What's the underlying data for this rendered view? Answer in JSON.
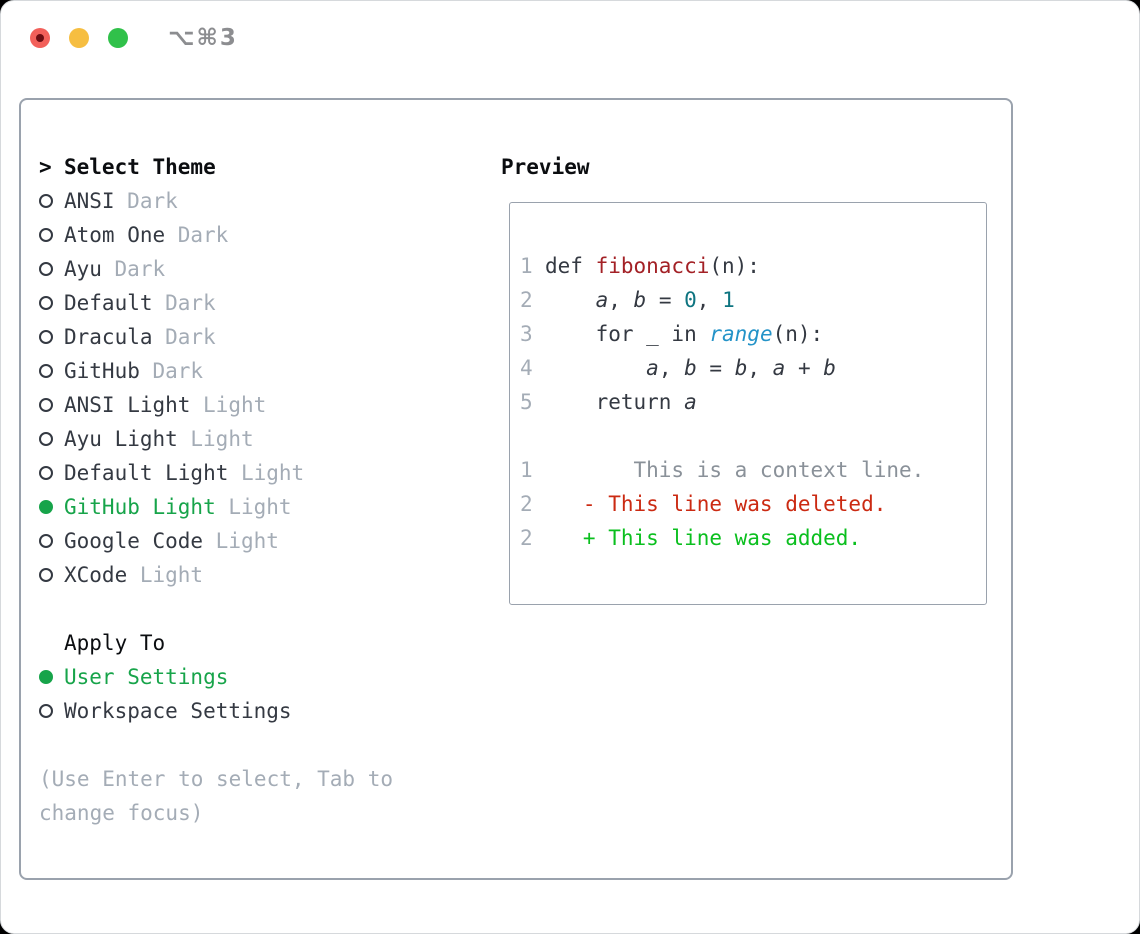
{
  "colors": {
    "ink": "#343942",
    "ink-black": "#0b0d10",
    "muted": "#a4acb6",
    "context": "#8a9199",
    "green": "#17a44a",
    "green-bright": "#0abf1e",
    "red": "#cb2a12",
    "dark-red": "#a32126",
    "teal": "#0e7480",
    "blue": "#2493c8",
    "border": "#9aa2ad",
    "titlebar-text": "#8c8d90",
    "traffic-red": "#f2605a",
    "traffic-red-dot": "#6b0d12",
    "traffic-yellow": "#f6be41",
    "traffic-green": "#30c14a"
  },
  "window": {
    "shortcut": "⌥⌘3"
  },
  "theme_picker": {
    "prompt": ">",
    "title": "Select Theme",
    "items": [
      {
        "name": "ANSI",
        "variant": "Dark",
        "selected": false
      },
      {
        "name": "Atom One",
        "variant": "Dark",
        "selected": false
      },
      {
        "name": "Ayu",
        "variant": "Dark",
        "selected": false
      },
      {
        "name": "Default",
        "variant": "Dark",
        "selected": false
      },
      {
        "name": "Dracula",
        "variant": "Dark",
        "selected": false
      },
      {
        "name": "GitHub",
        "variant": "Dark",
        "selected": false
      },
      {
        "name": "ANSI Light",
        "variant": "Light",
        "selected": false
      },
      {
        "name": "Ayu Light",
        "variant": "Light",
        "selected": false
      },
      {
        "name": "Default Light",
        "variant": "Light",
        "selected": false
      },
      {
        "name": "GitHub Light",
        "variant": "Light",
        "selected": true
      },
      {
        "name": "Google Code",
        "variant": "Light",
        "selected": false
      },
      {
        "name": "XCode",
        "variant": "Light",
        "selected": false
      }
    ],
    "apply_to": {
      "title": "Apply To",
      "options": [
        {
          "name": "User Settings",
          "selected": true
        },
        {
          "name": "Workspace Settings",
          "selected": false
        }
      ]
    },
    "hint": "(Use Enter to select, Tab to change focus)"
  },
  "preview": {
    "title": "Preview",
    "lines": [
      {
        "kind": "code",
        "num": "1",
        "segments": [
          {
            "t": "def ",
            "c": "code"
          },
          {
            "t": "fibonacci",
            "c": "func"
          },
          {
            "t": "(n):",
            "c": "code"
          }
        ]
      },
      {
        "kind": "code",
        "num": "2",
        "segments": [
          {
            "t": "    ",
            "c": "code"
          },
          {
            "t": "a",
            "c": "var"
          },
          {
            "t": ", ",
            "c": "code"
          },
          {
            "t": "b",
            "c": "var"
          },
          {
            "t": " = ",
            "c": "code"
          },
          {
            "t": "0",
            "c": "num"
          },
          {
            "t": ", ",
            "c": "code"
          },
          {
            "t": "1",
            "c": "num"
          }
        ]
      },
      {
        "kind": "code",
        "num": "3",
        "segments": [
          {
            "t": "    for _ in ",
            "c": "code"
          },
          {
            "t": "range",
            "c": "builtin"
          },
          {
            "t": "(n):",
            "c": "code"
          }
        ]
      },
      {
        "kind": "code",
        "num": "4",
        "segments": [
          {
            "t": "        ",
            "c": "code"
          },
          {
            "t": "a",
            "c": "var"
          },
          {
            "t": ", ",
            "c": "code"
          },
          {
            "t": "b",
            "c": "var"
          },
          {
            "t": " = ",
            "c": "code"
          },
          {
            "t": "b",
            "c": "var"
          },
          {
            "t": ", ",
            "c": "code"
          },
          {
            "t": "a",
            "c": "var"
          },
          {
            "t": " + ",
            "c": "code"
          },
          {
            "t": "b",
            "c": "var"
          }
        ]
      },
      {
        "kind": "code",
        "num": "5",
        "segments": [
          {
            "t": "    return ",
            "c": "code"
          },
          {
            "t": "a",
            "c": "var"
          }
        ]
      },
      {
        "kind": "blank",
        "num": "",
        "segments": []
      },
      {
        "kind": "context",
        "num": "1",
        "segments": [
          {
            "t": "       This is a context line.",
            "c": "context"
          }
        ]
      },
      {
        "kind": "deleted",
        "num": "2",
        "segments": [
          {
            "t": "   - This line was deleted.",
            "c": "deleted"
          }
        ]
      },
      {
        "kind": "added",
        "num": "2",
        "segments": [
          {
            "t": "   + This line was added.",
            "c": "added"
          }
        ]
      }
    ]
  }
}
